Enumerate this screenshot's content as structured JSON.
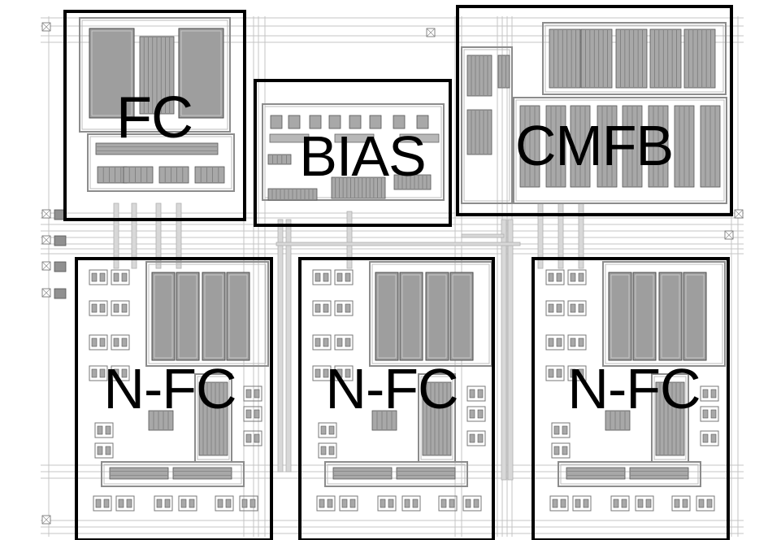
{
  "colors": {
    "background": "#ffffff",
    "outline": "#000000",
    "wire": "#c4c4c4",
    "device_fill": "#a8a8a8",
    "device_stripe": "#7a7a7a",
    "ring": "#8c8c8c"
  },
  "blocks": [
    {
      "id": "fc",
      "label": "FC"
    },
    {
      "id": "bias",
      "label": "BIAS"
    },
    {
      "id": "cmfb",
      "label": "CMFB"
    },
    {
      "id": "nfc1",
      "label": "N-FC"
    },
    {
      "id": "nfc2",
      "label": "N-FC"
    },
    {
      "id": "nfc3",
      "label": "N-FC"
    }
  ]
}
